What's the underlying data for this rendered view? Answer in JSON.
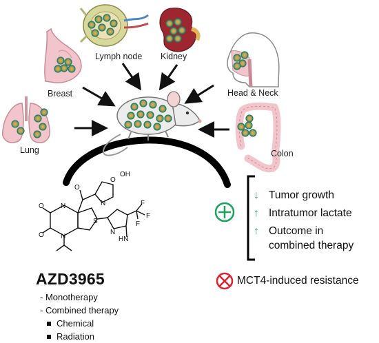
{
  "diagram": {
    "organs": {
      "lymph_node": "Lymph node",
      "kidney": "Kidney",
      "breast": "Breast",
      "head_neck": "Head & Neck",
      "lung": "Lung",
      "colon": "Colon"
    },
    "drug": {
      "name": "AZD3965",
      "uses": [
        "- Monotherapy",
        "- Combined therapy"
      ],
      "combined_types": [
        "Chemical",
        "Radiation"
      ]
    },
    "effects": [
      {
        "direction": "down",
        "text": "Tumor growth"
      },
      {
        "direction": "up",
        "text": "Intratumor lactate"
      },
      {
        "direction": "up",
        "text": "Outcome in"
      },
      {
        "direction": "none",
        "text": "combined therapy"
      }
    ],
    "resistance": "MCT4-induced resistance",
    "colors": {
      "positive": "#19a35b",
      "negative": "#d9232e",
      "tumor_cell": "#3e9a7c",
      "organ_pink": "#f2c4cc",
      "kidney_red": "#9e2630"
    }
  }
}
